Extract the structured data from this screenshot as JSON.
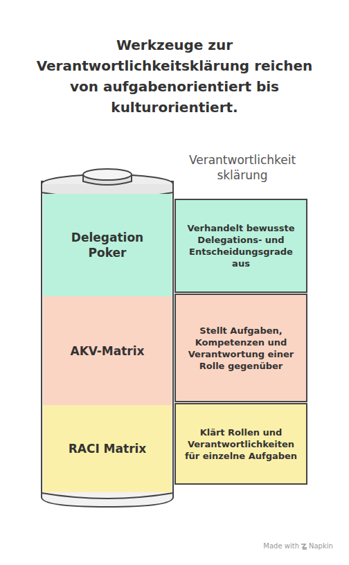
{
  "diagram": {
    "title": "Werkzeuge zur Verantwortlichkeitsklärung reichen von aufgabenorientiert bis kulturorientiert.",
    "nodes": [
      {
        "text": [
          "Delegation Poker"
        ]
      },
      {
        "text": [
          "Verhandelt bewusste Delegations- und Entscheidungsgrade aus"
        ]
      },
      {
        "text": [
          "AKV-Matrix"
        ]
      },
      {
        "text": [
          "Stellt Aufgaben, Kompetenzen und Verantwortung einer Rolle gegenüber"
        ]
      },
      {
        "text": [
          "RACI Matrix"
        ]
      },
      {
        "text": [
          "Klärt Rollen und Verantwortlichkeiten für einzelne Aufgaben"
        ]
      }
    ],
    "labels": [
      "Verantwortlichkeitsklärung",
      "Made with",
      "Napkin"
    ]
  }
}
